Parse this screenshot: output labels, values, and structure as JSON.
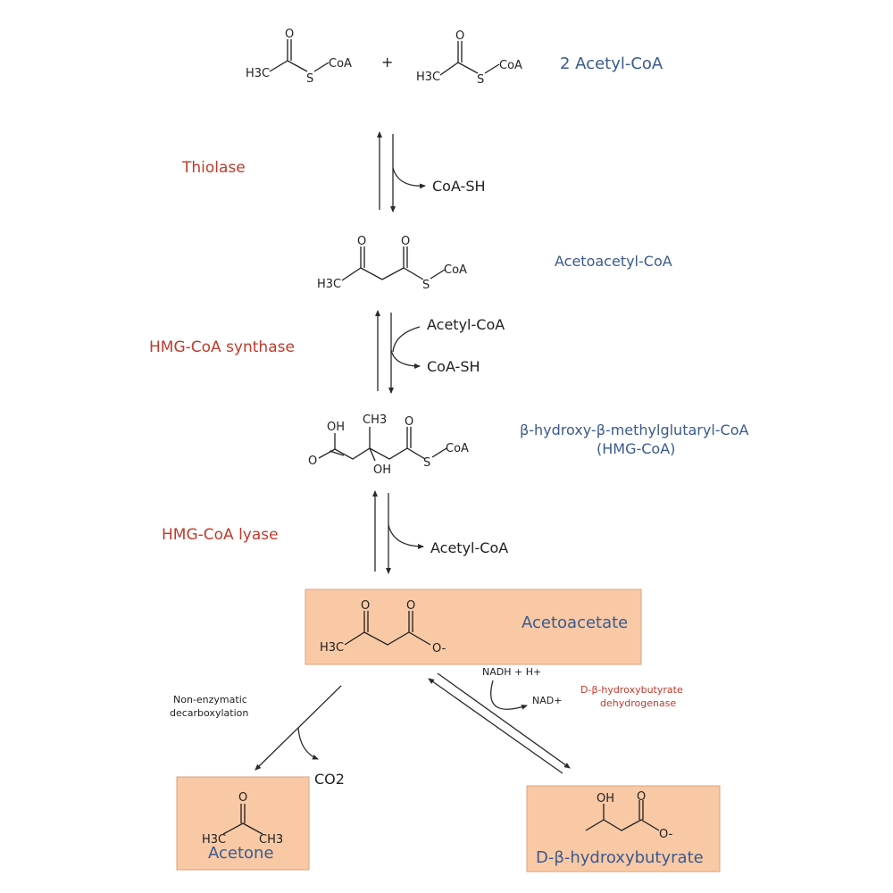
{
  "colors": {
    "enzyme": "#c0392b",
    "metabolite": "#3a5a8c",
    "highlight_box": "#f9c9a5"
  },
  "reactants": {
    "plus": "+",
    "label": "2 Acetyl-CoA",
    "atoms": {
      "coa": "CoA",
      "s": "S",
      "o": "O",
      "h3c": "H3C"
    }
  },
  "step1": {
    "enzyme": "Thiolase",
    "side_out": "CoA-SH",
    "product": "Acetoacetyl-CoA"
  },
  "step2": {
    "enzyme": "HMG-CoA synthase",
    "side_in": "Acetyl-CoA",
    "side_out": "CoA-SH",
    "product_line1": "β-hydroxy-β-methylglutaryl-CoA",
    "product_line2": "(HMG-CoA)",
    "atoms": {
      "oh": "OH",
      "ch3": "CH3"
    }
  },
  "step3": {
    "enzyme": "HMG-CoA lyase",
    "side_out": "Acetyl-CoA",
    "product": "Acetoacetate",
    "atoms": {
      "o_minus": "O-"
    }
  },
  "branch_left": {
    "label_line1": "Non-enzymatic",
    "label_line2": "decarboxylation",
    "side_out": "CO2",
    "product": "Acetone"
  },
  "branch_right": {
    "enzyme_line1": "D-β-hydroxybutyrate",
    "enzyme_line2": "dehydrogenase",
    "cofactor_in": "NADH + H+",
    "cofactor_out": "NAD+",
    "product": "D-β-hydroxybutyrate"
  }
}
